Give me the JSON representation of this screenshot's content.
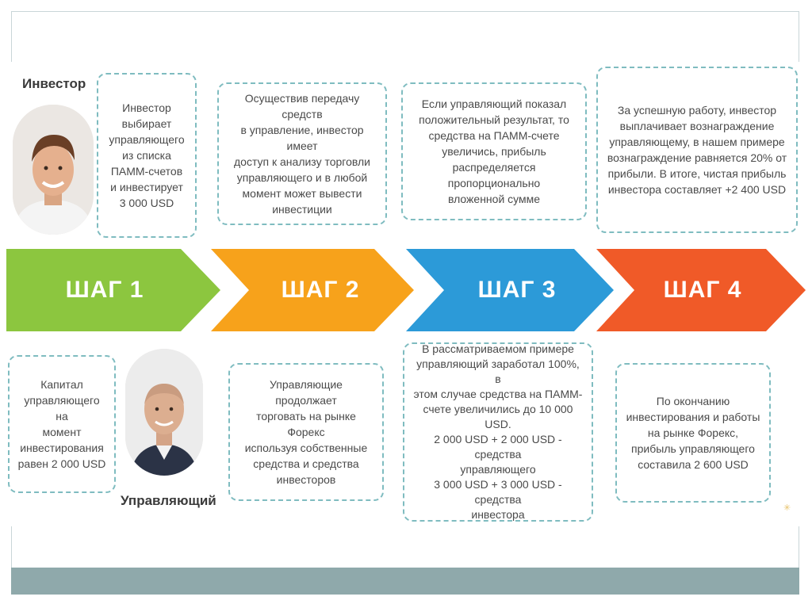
{
  "investor": {
    "label": "Инвестор",
    "step1_text": "Инвестор\nвыбирает\nуправляющего\nиз списка\nПАММ-счетов\nи инвестирует\n3 000 USD"
  },
  "manager": {
    "label": "Управляющий",
    "capital_text": "Капитал\nуправляющего на\nмомент\nинвестирования\nравен 2 000 USD"
  },
  "steps": [
    {
      "label": "ШАГ 1",
      "color": "#8cc63f"
    },
    {
      "label": "ШАГ 2",
      "color": "#f7a21b"
    },
    {
      "label": "ШАГ 3",
      "color": "#2c9ad8"
    },
    {
      "label": "ШАГ 4",
      "color": "#f05a28"
    }
  ],
  "top_boxes": {
    "step2": "Осуществив передачу средств\nв управление, инвестор имеет\nдоступ к анализу торговли\nуправляющего и в любой\nмомент может вывести\nинвестиции",
    "step3": "Если управляющий показал\nположительный результат, то\nсредства на ПАММ-счете\nувеличись, прибыль\nраспределяется пропорционально\nвложенной сумме",
    "step4": "За успешную работу, инвестор\nвыплачивает вознаграждение\nуправляющему, в нашем примере\nвознаграждение равняется 20% от\nприбыли. В итоге, чистая прибыль\nинвестора составляет +2 400 USD"
  },
  "bottom_boxes": {
    "step2": "Управляющие продолжает\nторговать на рынке Форекс\nиспользуя собственные\nсредства и средства\nинвесторов",
    "step3": "В рассматриваемом примере\nуправляющий заработал 100%, в\nэтом случае средства на ПАММ-\nсчете увеличились до 10 000 USD.\n2 000 USD + 2 000 USD - средства\nуправляющего\n3 000 USD + 3 000 USD - средства\nинвестора",
    "step4": "По окончанию\nинвестирования и работы\nна рынке Форекс,\nприбыль управляющего\nсоставила  2 600 USD"
  },
  "colors": {
    "box_border": "#7fbcc0",
    "footer_bar": "#8fa9ab"
  }
}
